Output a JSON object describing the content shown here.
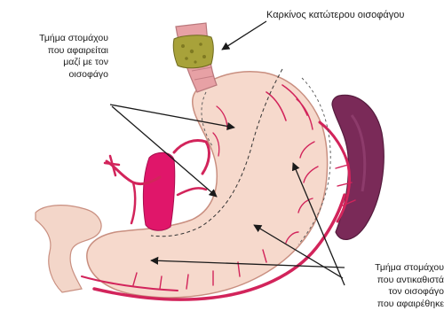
{
  "labels": {
    "tumor": "Καρκίνος κατώτερου οισοφάγου",
    "removed_part": [
      "Τμήμα στομάχου",
      "που αφαιρείται",
      "μαζί με τον",
      "οισοφάγο"
    ],
    "replacement_part": [
      "Τμήμα στομάχου",
      "που αντικαθιστά",
      "τον οισοφάγο",
      "που αφαιρέθηκε"
    ]
  },
  "colors": {
    "stomach_fill": "#f6d9cc",
    "stomach_outline": "#c98f80",
    "esophagus": "#e7a1a5",
    "tumor": "#a8a23a",
    "vessels": "#d2245b",
    "spleen": "#7a2a58",
    "pancreas_like": "#e0166a",
    "cut_line": "#333333"
  }
}
